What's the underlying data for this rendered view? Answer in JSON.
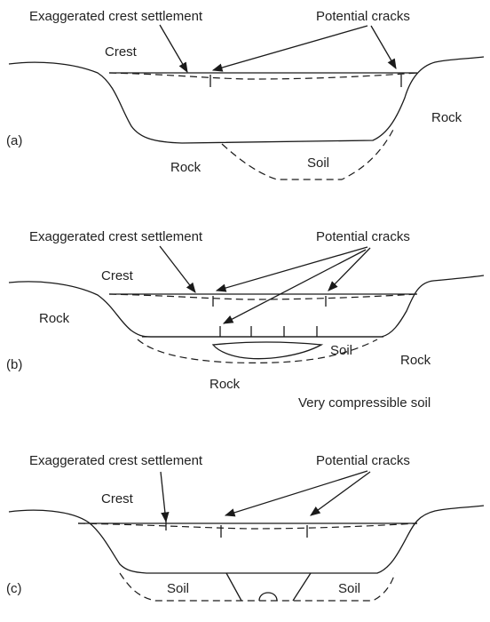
{
  "panels": [
    {
      "id": "a",
      "panel_label": "(a)",
      "settlement_label": "Exaggerated crest settlement",
      "cracks_label": "Potential cracks",
      "crest_label": "Crest",
      "labels": [
        "Rock",
        "Rock",
        "Soil"
      ]
    },
    {
      "id": "b",
      "panel_label": "(b)",
      "settlement_label": "Exaggerated crest settlement",
      "cracks_label": "Potential cracks",
      "crest_label": "Crest",
      "labels": [
        "Rock",
        "Soil",
        "Rock",
        "Rock",
        "Very compressible soil"
      ]
    },
    {
      "id": "c",
      "panel_label": "(c)",
      "settlement_label": "Exaggerated crest settlement",
      "cracks_label": "Potential cracks",
      "crest_label": "Crest",
      "labels": [
        "Soil",
        "Soil"
      ]
    }
  ]
}
